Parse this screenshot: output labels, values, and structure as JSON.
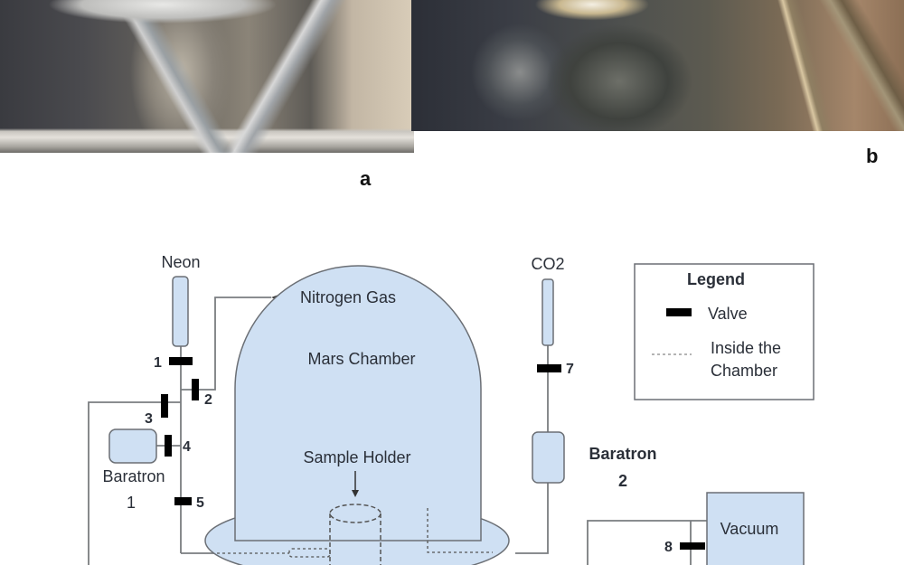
{
  "figure": {
    "panel_labels": {
      "a": "a",
      "b": "b"
    },
    "photos": {
      "a": {
        "description": "photo of chamber apparatus on aluminium frame"
      },
      "b": {
        "description": "photo of chamber wrapped in foil with tubing"
      }
    }
  },
  "diagram": {
    "gases": {
      "neon": "Neon",
      "co2": "CO2",
      "nitrogen": "Nitrogen Gas"
    },
    "chamber_label": "Mars Chamber",
    "sample_holder_label": "Sample Holder",
    "baratron1": {
      "line1": "Baratron",
      "line2": "1"
    },
    "baratron2": {
      "line1": "Baratron",
      "line2": "2"
    },
    "vacuum_label": "Vacuum",
    "valves": [
      "1",
      "2",
      "3",
      "4",
      "5",
      "7",
      "8"
    ],
    "legend": {
      "title": "Legend",
      "valve": "Valve",
      "inside_line1": "Inside the",
      "inside_line2": "Chamber"
    },
    "colors": {
      "fill": "#cfe0f3",
      "stroke": "#6b6f75",
      "valve": "#000000",
      "line": "#7a7d80"
    }
  }
}
